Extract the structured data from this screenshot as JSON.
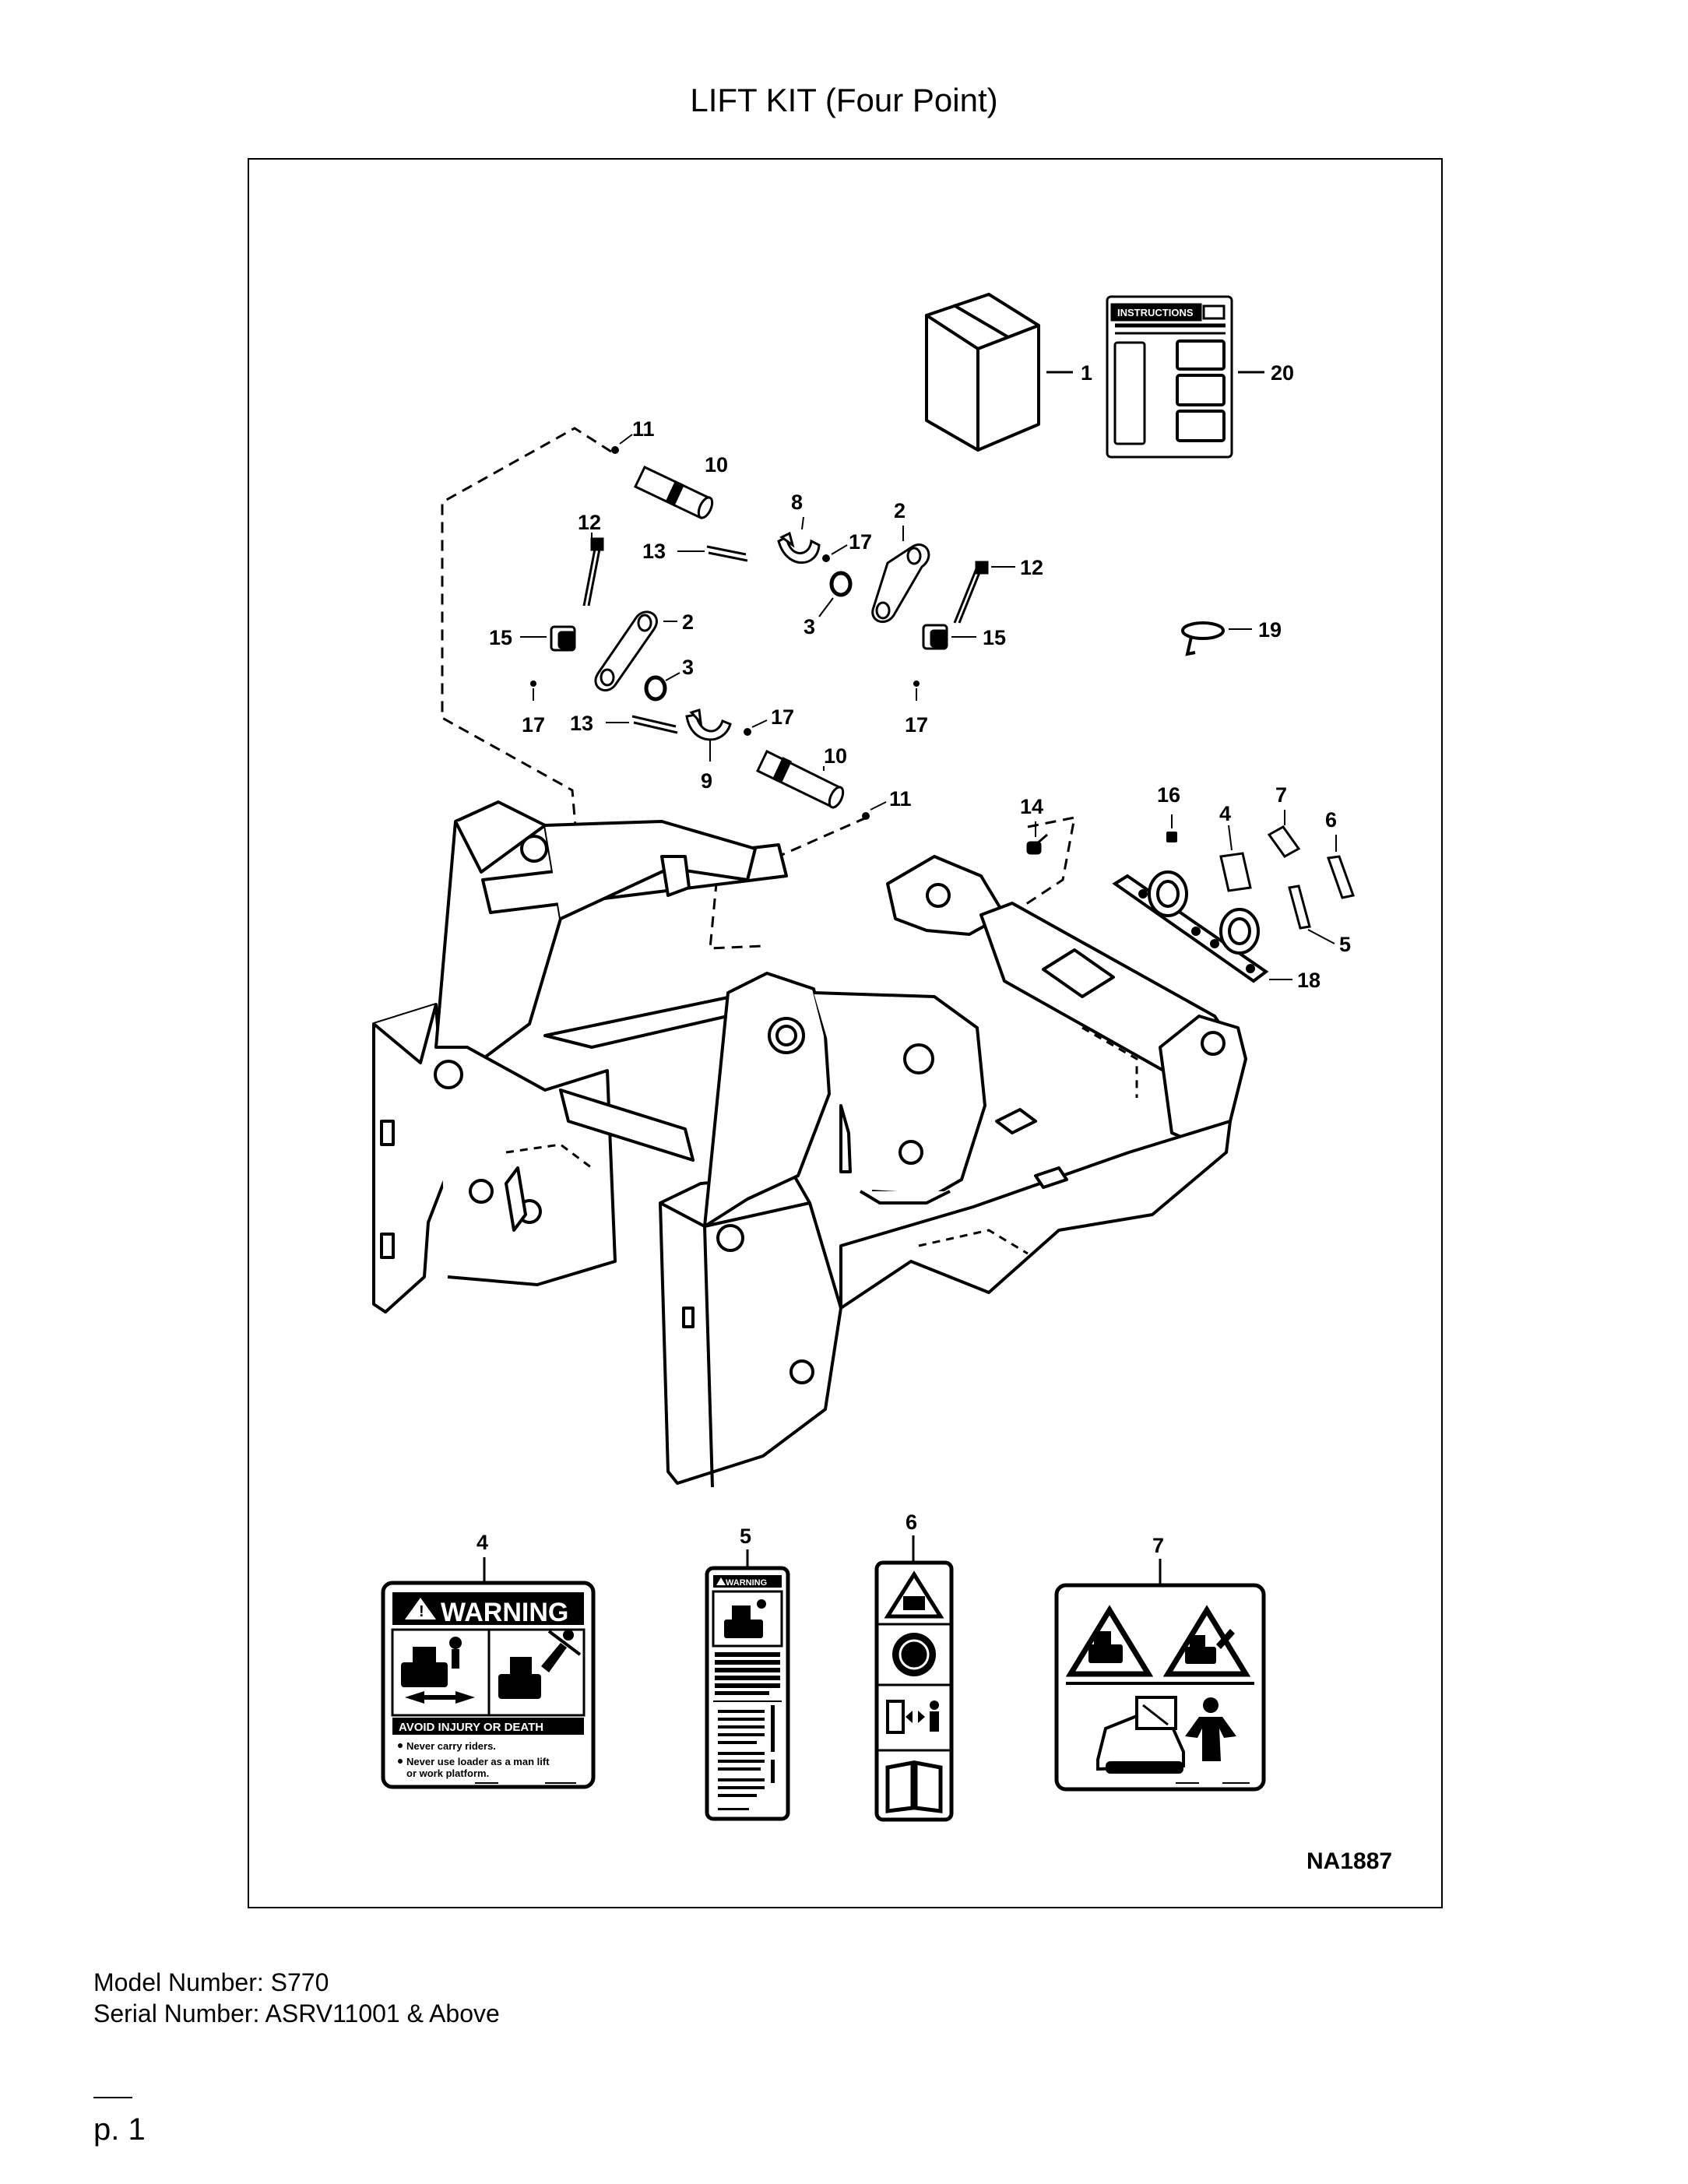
{
  "title": "LIFT KIT (Four Point)",
  "drawing_number": "NA1887",
  "model_line": "Model Number: S770",
  "serial_line": "Serial Number: ASRV11001 & Above",
  "page_label": "p. 1",
  "instructions_label": "INSTRUCTIONS",
  "callouts": {
    "c1": "1",
    "c20": "20",
    "c11a": "11",
    "c10a": "10",
    "c8": "8",
    "c12a": "12",
    "c13a": "13",
    "c17a": "17",
    "c2a": "2",
    "c12b": "12",
    "c15a": "15",
    "c2b": "2",
    "c3a": "3",
    "c3b": "3",
    "c15b": "15",
    "c19": "19",
    "c17b": "17",
    "c13b": "13",
    "c17c": "17",
    "c17d": "17",
    "c9": "9",
    "c10b": "10",
    "c11b": "11",
    "c14": "14",
    "c16": "16",
    "c4": "4",
    "c7": "7",
    "c6": "6",
    "c5": "5",
    "c18": "18"
  },
  "decals": {
    "d4_label": "4",
    "d5_label": "5",
    "d6_label": "6",
    "d7_label": "7",
    "d4_heading": "WARNING",
    "d4_sub": "AVOID INJURY OR DEATH",
    "d4_bullet1": "Never carry riders.",
    "d4_bullet2a": "Never use loader as a man lift",
    "d4_bullet2b": "or work platform.",
    "d5_heading": "WARNING"
  }
}
